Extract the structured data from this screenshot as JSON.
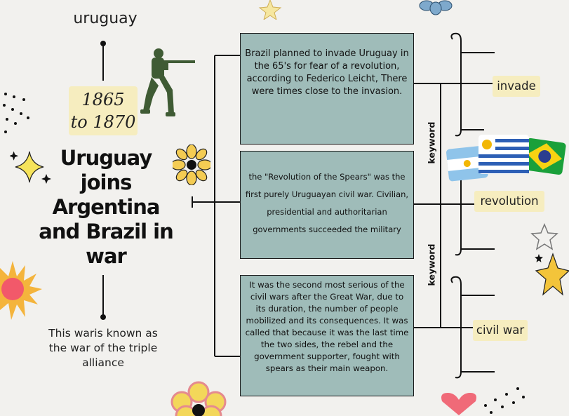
{
  "topic": "uruguay",
  "years": {
    "line1": "1865",
    "line2": "to 1870"
  },
  "title": {
    "line1": "Uruguay",
    "line2": "joins",
    "line3": "Argentina",
    "line4": "and Brazil in",
    "line5": "war"
  },
  "known_as": "This waris known as the war of the triple alliance",
  "boxes": {
    "b1": "Brazil planned to invade Uruguay in the 65's for fear of a revolution, according to Federico Leicht, There were times close to the invasion.",
    "b2": "the \"Revolution of the Spears\" was the first purely Uruguayan civil war. Civilian, presidential and authoritarian governments succeeded the military",
    "b3": "It was the second most serious of the civil wars after the Great War, due to its duration, the number of people mobilized and its consequences. It was called that because it was the last time the two sides, the rebel and the government supporter, fought with spears as their main weapon."
  },
  "keyword_label": "keyword",
  "tags": {
    "t1": "invade",
    "t2": "revolution",
    "t3": "civil war"
  },
  "icons": [
    "soldier-icon",
    "flag-argentina",
    "flag-uruguay",
    "flag-brazil",
    "star-icon",
    "flower-icon",
    "sun-icon",
    "heart-icon",
    "sparkle-icon"
  ],
  "colors": {
    "box": "#9fbcb9",
    "tag": "#f6edbf",
    "background": "#f2f1ee"
  }
}
